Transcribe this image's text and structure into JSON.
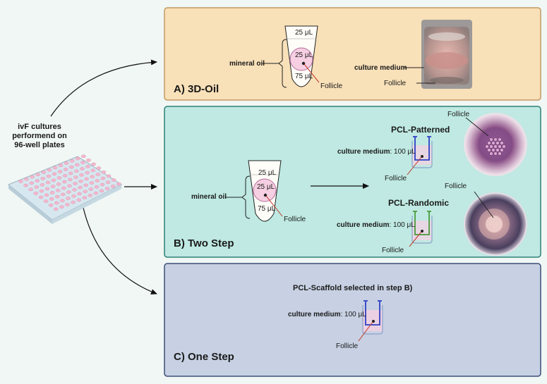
{
  "left": {
    "caption_lines": [
      "ivF cultures",
      "performend on",
      "96-well plates"
    ]
  },
  "panel_a": {
    "title": "A) 3D-Oil",
    "fill": "#f8e0b8",
    "border": "#c39a63",
    "oil_top": "25 μL",
    "drop": "25 μL",
    "oil_bottom": "75 μL",
    "mineral_oil": "mineral oil",
    "follicle": "Follicle",
    "culture_medium": "culture medium",
    "photo_follicle": "Follicle"
  },
  "panel_b": {
    "title": "B) Two Step",
    "fill": "#bfe9e2",
    "border": "#2d8077",
    "oil_top": "25 μL",
    "drop": "25 μL",
    "oil_bottom": "75 μL",
    "mineral_oil": "mineral oil",
    "follicle": "Follicle",
    "patterned_title": "PCL-Patterned",
    "patterned_medium_label": "culture medium",
    "patterned_medium_value": ": 100 μL",
    "patterned_follicle": "Follicle",
    "photo1_follicle": "Follicle",
    "randomic_title": "PCL-Randomic",
    "randomic_medium_label": "culture medium",
    "randomic_medium_value": ": 100 μL",
    "randomic_follicle": "Follicle",
    "photo2_follicle": "Follicle"
  },
  "panel_c": {
    "title": "C) One Step",
    "fill": "#c7d1e3",
    "border": "#3d4f7a",
    "subtitle": "PCL-Scaffold selected in step B)",
    "medium_label": "culture medium",
    "medium_value": ": 100 μL",
    "follicle": "Follicle"
  },
  "colors": {
    "page_bg": "#eef6f3",
    "well_pink": "#f3b8cd",
    "patterned_insert": "#2f3fc4",
    "randomic_insert": "#4a9a3c",
    "onestep_insert": "#2f3fc4",
    "follicle_line": "#c0392b"
  }
}
